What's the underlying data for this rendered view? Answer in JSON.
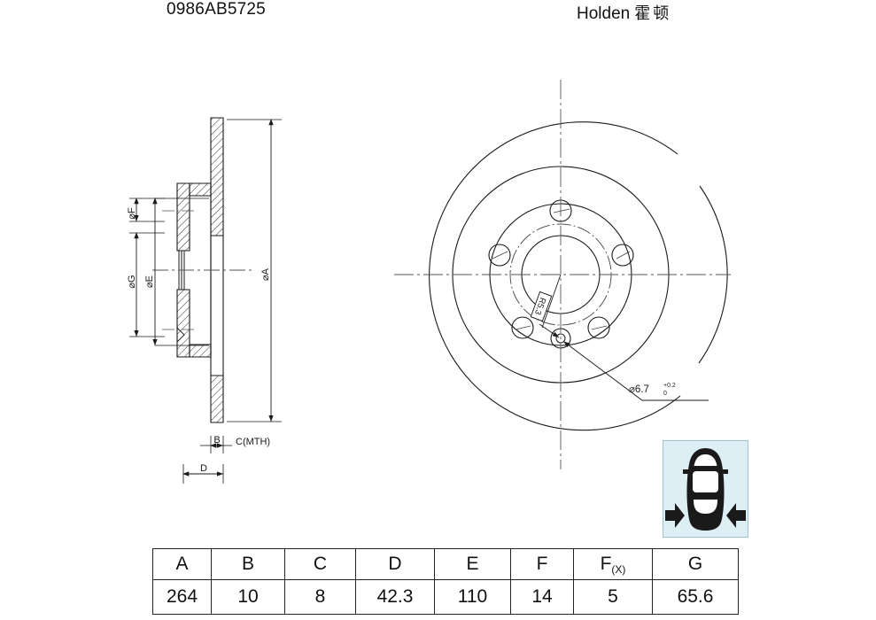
{
  "header": {
    "part_number": "0986AB5725",
    "brand_latin": "Holden",
    "brand_cjk": "霍顿"
  },
  "drawing": {
    "title": "brake disc technical drawing",
    "section_view": {
      "name": "cross-section side view",
      "dimension_labels": [
        {
          "id": "dia-f",
          "text": "⌀F",
          "orientation": "vertical"
        },
        {
          "id": "dia-g",
          "text": "⌀G",
          "orientation": "vertical"
        },
        {
          "id": "dia-e",
          "text": "⌀E",
          "orientation": "vertical"
        },
        {
          "id": "dia-a",
          "text": "⌀A",
          "orientation": "vertical"
        },
        {
          "id": "dim-b",
          "text": "B",
          "orientation": "horizontal"
        },
        {
          "id": "dim-c",
          "text": "C(MTH)",
          "orientation": "horizontal"
        },
        {
          "id": "dim-d",
          "text": "D",
          "orientation": "horizontal"
        }
      ]
    },
    "front_view": {
      "name": "front face view",
      "bolt_hole_count": 5,
      "callouts": [
        {
          "id": "hole-diameter",
          "text": "⌀6.7",
          "tolerance_upper": "+0.2",
          "tolerance_lower": "0"
        },
        {
          "id": "radius-note",
          "text": "R5.3"
        }
      ]
    },
    "position_icon": {
      "name": "vehicle axle position indicator",
      "description": "car top view with inward arrows at rear axle",
      "background_color": "#ddeef5",
      "border_color": "#9fc3d4",
      "car_color": "#1a1a1a"
    }
  },
  "spec_table": {
    "headers": [
      "A",
      "B",
      "C",
      "D",
      "E",
      "F",
      "F",
      "G"
    ],
    "header_f_subscript": "(X)",
    "values": [
      "264",
      "10",
      "8",
      "42.3",
      "110",
      "14",
      "5",
      "65.6"
    ]
  }
}
